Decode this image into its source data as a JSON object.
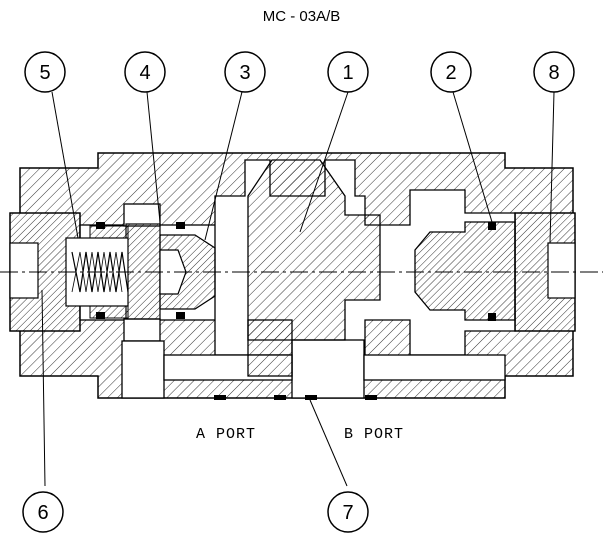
{
  "title": "MC - 03A/B",
  "ports": {
    "a_port": "A PORT",
    "b_port": "B PORT"
  },
  "balloons": [
    "5",
    "4",
    "3",
    "1",
    "2",
    "8",
    "6",
    "7"
  ],
  "colors": {
    "line": "#000000",
    "background": "#ffffff"
  }
}
